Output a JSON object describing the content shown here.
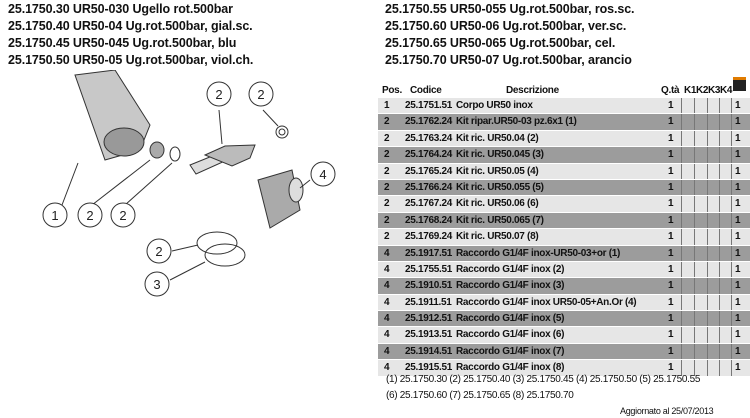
{
  "headings_left": [
    "25.1750.30 UR50-030 Ugello rot.500bar",
    "25.1750.40 UR50-04 Ug.rot.500bar, gial.sc.",
    "25.1750.45 UR50-045 Ug.rot.500bar, blu",
    "25.1750.50 UR50-05 Ug.rot.500bar, viol.ch."
  ],
  "headings_right": [
    "25.1750.55 UR50-055 Ug.rot.500bar, ros.sc.",
    "25.1750.60 UR50-06 Ug.rot.500bar, ver.sc.",
    "25.1750.65 UR50-065 Ug.rot.500bar, cel.",
    "25.1750.70 UR50-07 Ug.rot.500bar, arancio"
  ],
  "diagram": {
    "callouts": [
      "1",
      "2",
      "2",
      "2",
      "2",
      "2",
      "3",
      "4"
    ]
  },
  "table": {
    "headers": {
      "pos": "Pos.",
      "codice": "Codice",
      "descrizione": "Descrizione",
      "qta": "Q.tà",
      "k1": "K1",
      "k2": "K2",
      "k3": "K3",
      "k4": "K4",
      "total_icon": "box-icon"
    },
    "rows": [
      {
        "pos": "1",
        "codice": "25.1751.51",
        "descrizione": "Corpo UR50 inox",
        "qta": "1",
        "total": "1"
      },
      {
        "pos": "2",
        "codice": "25.1762.24",
        "descrizione": "Kit ripar.UR50-03 pz.6x1 (1)",
        "qta": "1",
        "total": "1"
      },
      {
        "pos": "2",
        "codice": "25.1763.24",
        "descrizione": "Kit ric. UR50.04 (2)",
        "qta": "1",
        "total": "1"
      },
      {
        "pos": "2",
        "codice": "25.1764.24",
        "descrizione": "Kit ric. UR50.045 (3)",
        "qta": "1",
        "total": "1"
      },
      {
        "pos": "2",
        "codice": "25.1765.24",
        "descrizione": "Kit ric. UR50.05 (4)",
        "qta": "1",
        "total": "1"
      },
      {
        "pos": "2",
        "codice": "25.1766.24",
        "descrizione": "Kit ric. UR50.055 (5)",
        "qta": "1",
        "total": "1"
      },
      {
        "pos": "2",
        "codice": "25.1767.24",
        "descrizione": "Kit ric. UR50.06 (6)",
        "qta": "1",
        "total": "1"
      },
      {
        "pos": "2",
        "codice": "25.1768.24",
        "descrizione": "Kit ric. UR50.065 (7)",
        "qta": "1",
        "total": "1"
      },
      {
        "pos": "2",
        "codice": "25.1769.24",
        "descrizione": "Kit ric. UR50.07 (8)",
        "qta": "1",
        "total": "1"
      },
      {
        "pos": "4",
        "codice": "25.1917.51",
        "descrizione": "Raccordo G1/4F inox-UR50-03+or (1)",
        "qta": "1",
        "total": "1"
      },
      {
        "pos": "4",
        "codice": "25.1755.51",
        "descrizione": "Raccordo G1/4F inox (2)",
        "qta": "1",
        "total": "1"
      },
      {
        "pos": "4",
        "codice": "25.1910.51",
        "descrizione": "Raccordo G1/4F inox (3)",
        "qta": "1",
        "total": "1"
      },
      {
        "pos": "4",
        "codice": "25.1911.51",
        "descrizione": "Raccordo G1/4F inox UR50-05+An.Or (4)",
        "qta": "1",
        "total": "1"
      },
      {
        "pos": "4",
        "codice": "25.1912.51",
        "descrizione": "Raccordo G1/4F inox (5)",
        "qta": "1",
        "total": "1"
      },
      {
        "pos": "4",
        "codice": "25.1913.51",
        "descrizione": "Raccordo G1/4F inox (6)",
        "qta": "1",
        "total": "1"
      },
      {
        "pos": "4",
        "codice": "25.1914.51",
        "descrizione": "Raccordo G1/4F inox (7)",
        "qta": "1",
        "total": "1"
      },
      {
        "pos": "4",
        "codice": "25.1915.51",
        "descrizione": "Raccordo G1/4F inox (8)",
        "qta": "1",
        "total": "1"
      }
    ]
  },
  "legend_line1": "(1) 25.1750.30   (2) 25.1750.40   (3) 25.1750.45   (4) 25.1750.50   (5) 25.1750.55",
  "legend_line2": "(6) 25.1750.60   (7) 25.1750.65   (8) 25.1750.70",
  "updated": "Aggiornato al 25/07/2013",
  "colors": {
    "row_light": "#e6e6e6",
    "row_dark": "#9c9c9c",
    "box_icon": "#e07b00"
  }
}
